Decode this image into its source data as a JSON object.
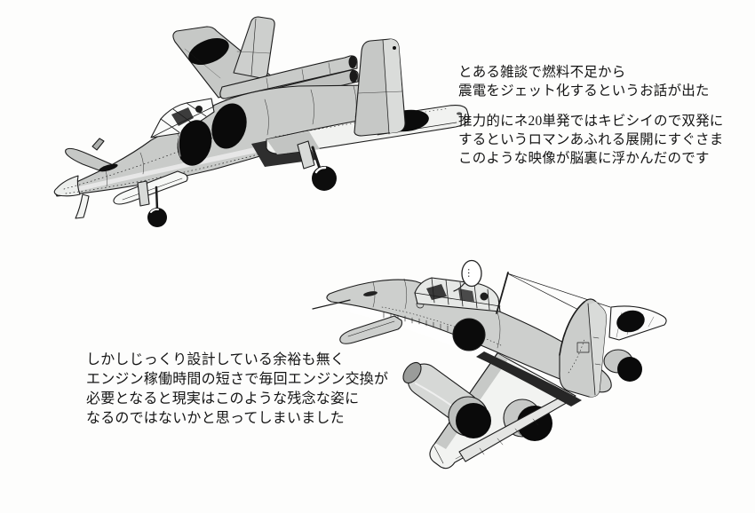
{
  "colors": {
    "background": "#ffffff",
    "ink": "#1c1c1c",
    "airframe_gray": "#c9cbc9",
    "roundel_black": "#0b0b0b"
  },
  "captions": {
    "top_right": {
      "p1": [
        "とある雑談で燃料不足から",
        "震電をジェット化するというお話が出た"
      ],
      "p2": [
        "推力的にネ20単発ではキビシイので双発に",
        "するというロマンあふれる展開にすぐさま",
        "このような映像が脳裏に浮かんだのです"
      ]
    },
    "bottom_left": {
      "lines": [
        "しかしじっくり設計している余裕も無く",
        "エンジン稼働時間の短さで毎回エンジン交換が",
        "必要となると現実はこのような残念な姿に",
        "なるのではないかと思ってしまいました"
      ]
    }
  },
  "speech_bubble": {
    "text": "…"
  },
  "illustrations": {
    "top_aircraft": "canard-jet-aircraft-side-illustration",
    "bottom_aircraft": "canard-jet-aircraft-rear-illustration"
  }
}
